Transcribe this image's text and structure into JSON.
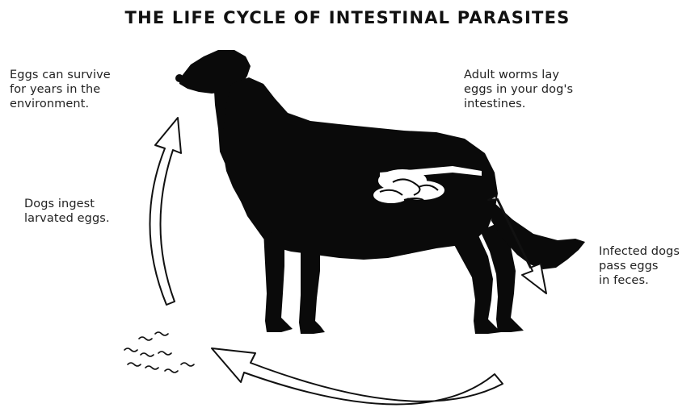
{
  "diagram": {
    "title": "THE LIFE CYCLE OF INTESTINAL PARASITES",
    "steps": [
      {
        "id": "survive",
        "text": "Eggs can survive\nfor years in the\nenvironment."
      },
      {
        "id": "adult",
        "text": "Adult worms lay\neggs in your dog's\nintestines."
      },
      {
        "id": "ingest",
        "text": "Dogs ingest\nlarvated eggs."
      },
      {
        "id": "feces",
        "text": "Infected dogs\npass eggs\nin feces."
      }
    ],
    "colors": {
      "ink": "#111111",
      "silhouette": "#0a0a0a",
      "background": "#ffffff"
    },
    "icons": [
      "dog-silhouette-icon",
      "intestine-icon",
      "eggs-icon",
      "cycle-arrow-icon"
    ]
  }
}
